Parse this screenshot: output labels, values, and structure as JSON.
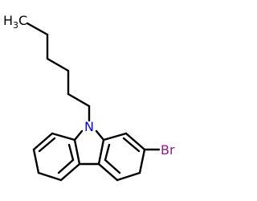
{
  "molecule": {
    "labels": {
      "methyl": {
        "main": "H",
        "sub": "3",
        "tail": "C"
      },
      "nitrogen": "N",
      "bromine": "Br"
    },
    "colors": {
      "bond": "#000000",
      "carbon": "#000000",
      "nitrogen": "#0000ff",
      "bromine": "#8b1a8b"
    }
  }
}
